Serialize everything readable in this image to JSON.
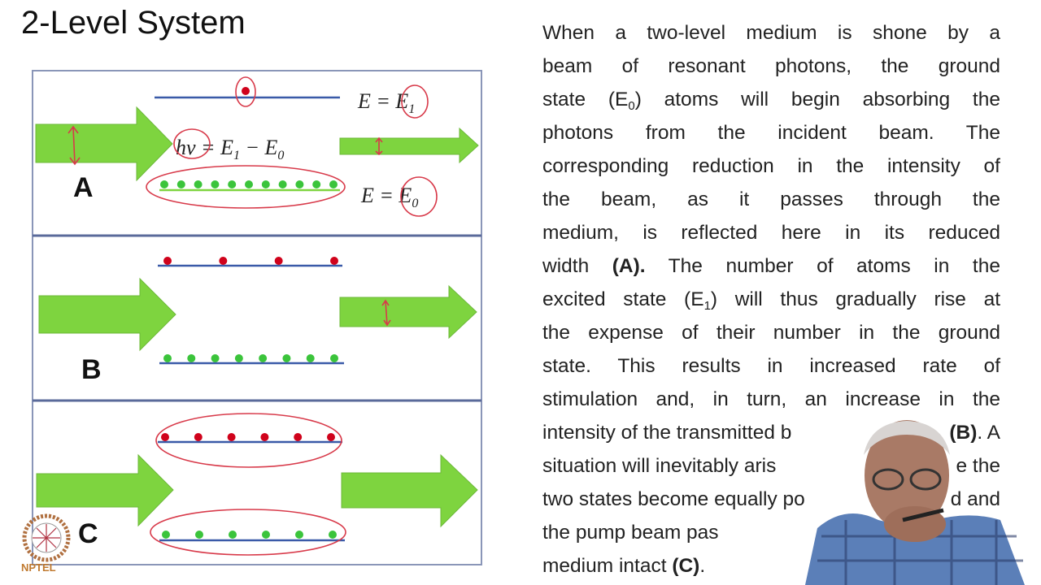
{
  "slide": {
    "title": "2-Level System",
    "logo_text": "NPTEL",
    "colors": {
      "beam": "#7ed43f",
      "level_line": "#3a5aa8",
      "excited_atom": "#d0021b",
      "ground_atom": "#3bc43b",
      "annotation": "#d83a4a"
    }
  },
  "diagram": {
    "panel_a": {
      "label": "A",
      "upper_level": "E = E",
      "upper_sub": "1",
      "lower_level": "E = E",
      "lower_sub": "0",
      "photon_eq": "hν = E",
      "photon_eq_sub1": "1",
      "photon_eq_mid": " − E",
      "photon_eq_sub0": "0",
      "excited_atoms": 1,
      "ground_atoms": 11
    },
    "panel_b": {
      "label": "B",
      "excited_atoms": 4,
      "ground_atoms": 8
    },
    "panel_c": {
      "label": "C",
      "excited_atoms": 6,
      "ground_atoms": 6
    }
  },
  "text": {
    "l1": "When a two-level medium is shone by a",
    "l2": "beam of resonant photons, the ground",
    "l3a": "state (E",
    "l3s": "0",
    "l3b": ") atoms will begin absorbing the",
    "l4": "photons from the incident beam.  The",
    "l5": "corresponding reduction in the intensity of",
    "l6": "the beam, as it passes through the",
    "l7": "medium, is reflected here in its reduced",
    "l8a": "width ",
    "l8b": "(A).",
    "l8c": "  The number of atoms in the",
    "l9a": "excited state (E",
    "l9s": "1",
    "l9b": ") will thus gradually rise at",
    "l10": "the expense of their number in the ground",
    "l11": "state. This results in increased rate of",
    "l12": "stimulation and, in turn, an increase in the",
    "l13a": "intensity of the transmitted b",
    "l13b": "(B)",
    "l13c": ". A",
    "l14a": "situation will inevitably aris",
    "l14b": "e the",
    "l15a": "two states become equally po",
    "l15b": "d and",
    "l16a": "the pump beam pas",
    "l17a": "medium intact ",
    "l17b": "(C)",
    "l17c": "."
  }
}
